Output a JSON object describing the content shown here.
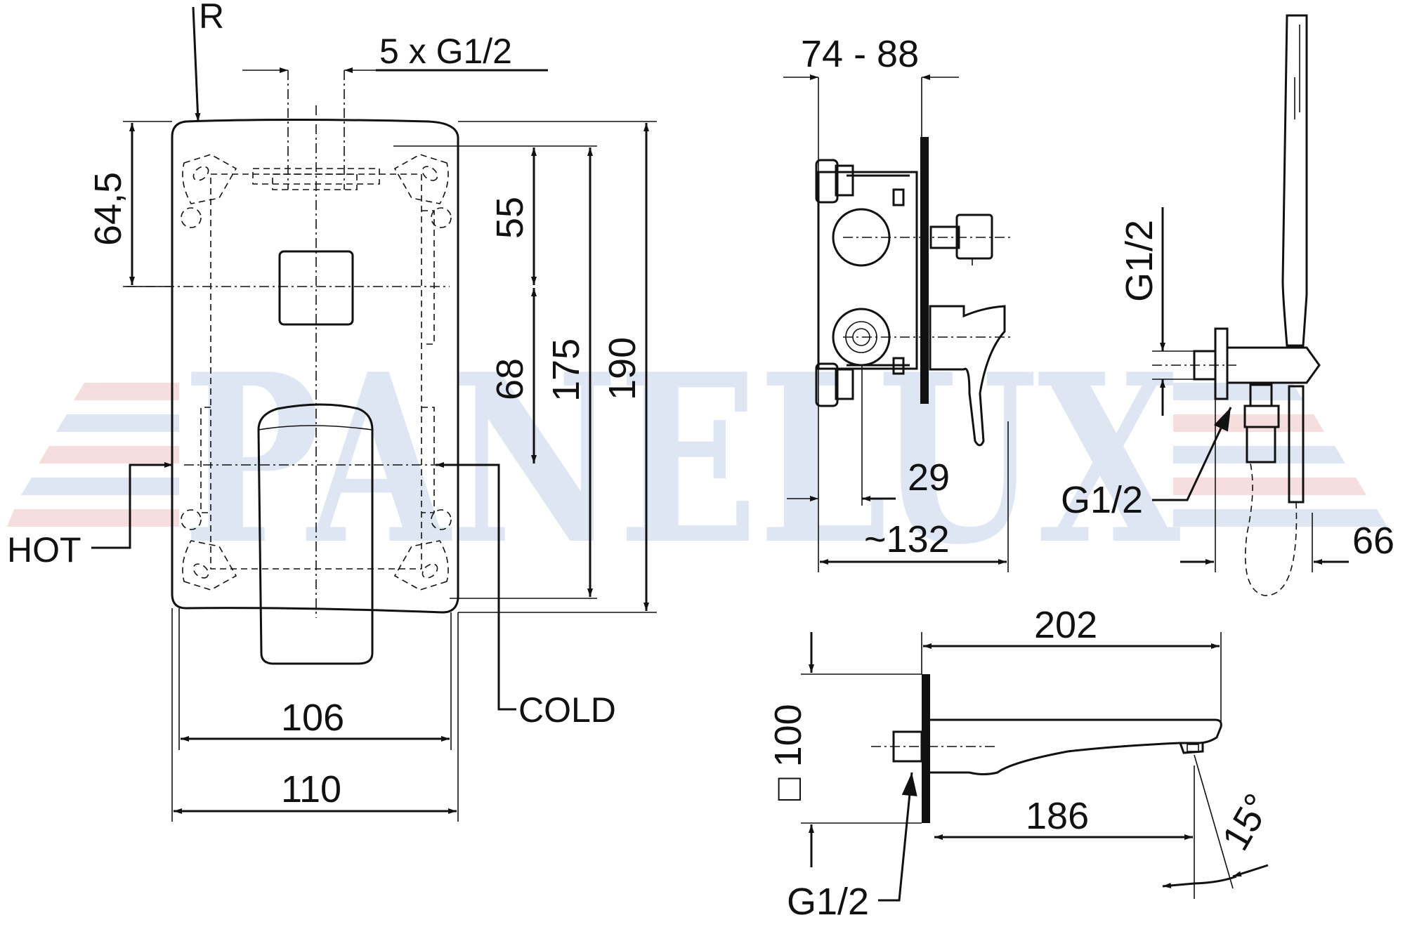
{
  "watermark": {
    "text": "PANELUX",
    "color_blue": "#dfe6f3",
    "color_red": "#f7dede"
  },
  "front_view": {
    "corner_label": "R",
    "connections_label": "5 x G1/2",
    "dims": {
      "d64_5": "64,5",
      "d55": "55",
      "d68": "68",
      "d175": "175",
      "d190": "190",
      "d106": "106",
      "d110": "110"
    },
    "hot_label": "HOT",
    "cold_label": "COLD"
  },
  "side_view": {
    "depth_range": "74 - 88",
    "d29": "29",
    "d132": "~132"
  },
  "hand_shower": {
    "inlet_label": "G1/2",
    "outlet_label": "G1/2",
    "d66": "66"
  },
  "spout": {
    "d202": "202",
    "d186": "186",
    "plate_label": "□ 100",
    "thread_label": "G1/2",
    "angle_label": "15°"
  }
}
